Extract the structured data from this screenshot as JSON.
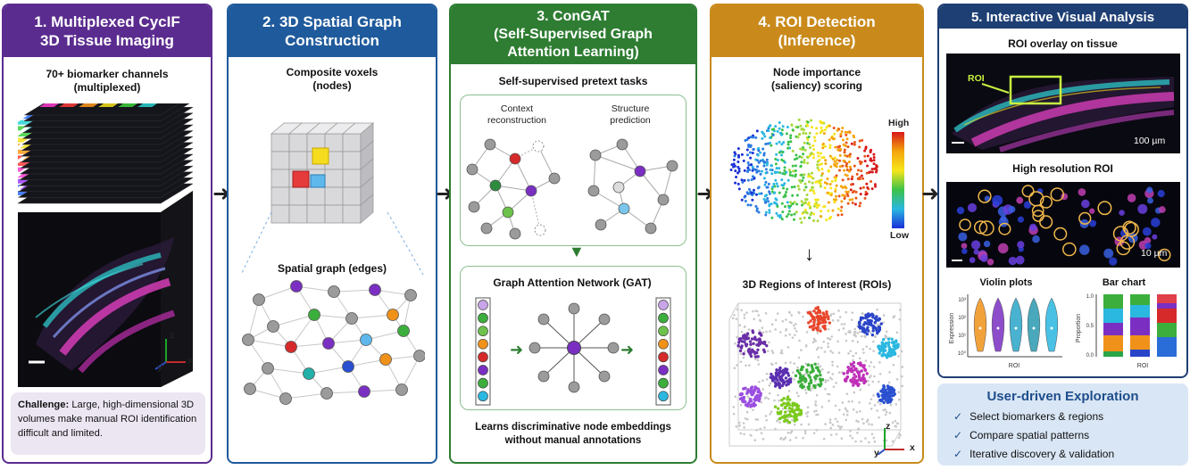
{
  "panel1": {
    "title_line1": "1. Multiplexed CycIF",
    "title_line2": "3D Tissue Imaging",
    "caption_line1": "70+ biomarker channels",
    "caption_line2": "(multiplexed)",
    "axis_z": "z",
    "axis_y": "y",
    "axis_x": "x",
    "challenge_label": "Challenge:",
    "challenge_text": "Large, high-dimensional 3D volumes make manual ROI identification difficult and limited."
  },
  "panel2": {
    "title_line1": "2. 3D Spatial Graph",
    "title_line2": "Construction",
    "voxels_line1": "Composite voxels",
    "voxels_line2": "(nodes)",
    "graph_label": "Spatial graph (edges)"
  },
  "panel3": {
    "title_line1": "3. ConGAT",
    "title_line2": "(Self-Supervised Graph",
    "title_line3": "Attention Learning)",
    "pretext_label": "Self-supervised pretext tasks",
    "task1_line1": "Context",
    "task1_line2": "reconstruction",
    "task2_line1": "Structure",
    "task2_line2": "prediction",
    "gat_label": "Graph Attention Network (GAT)",
    "footer_line1": "Learns discriminative node embeddings",
    "footer_line2": "without manual annotations"
  },
  "panel4": {
    "title_line1": "4. ROI Detection",
    "title_line2": "(Inference)",
    "importance_line1": "Node importance",
    "importance_line2": "(saliency) scoring",
    "high": "High",
    "low": "Low",
    "roi_label": "3D Regions of Interest (ROIs)",
    "axis_z": "z",
    "axis_y": "y",
    "axis_x": "x"
  },
  "panel5": {
    "title": "5. Interactive Visual Analysis",
    "overlay_label": "ROI overlay on tissue",
    "roi_tag": "ROI",
    "scale1": "100 µm",
    "hires_label": "High resolution ROI",
    "scale2": "10 µm",
    "violin_label": "Violin plots",
    "bar_label": "Bar chart",
    "violin_ylabel": "Expression",
    "violin_xlabel": "ROI",
    "violin_ticks": [
      "10³",
      "10²",
      "10¹",
      "10⁰"
    ],
    "bar_ylabel": "Proportion",
    "bar_xlabel": "ROI",
    "bar_ticks": [
      "1.0",
      "0.5",
      "0.0"
    ]
  },
  "exploration": {
    "title": "User-driven Exploration",
    "items": [
      "Select biomarkers & regions",
      "Compare spatial patterns",
      "Iterative discovery & validation"
    ]
  },
  "colors": {
    "panel1": "#5b2c8f",
    "panel2": "#1f5a9c",
    "panel3": "#2e7d32",
    "panel4": "#c98a1b",
    "panel5": "#1e3f73"
  }
}
